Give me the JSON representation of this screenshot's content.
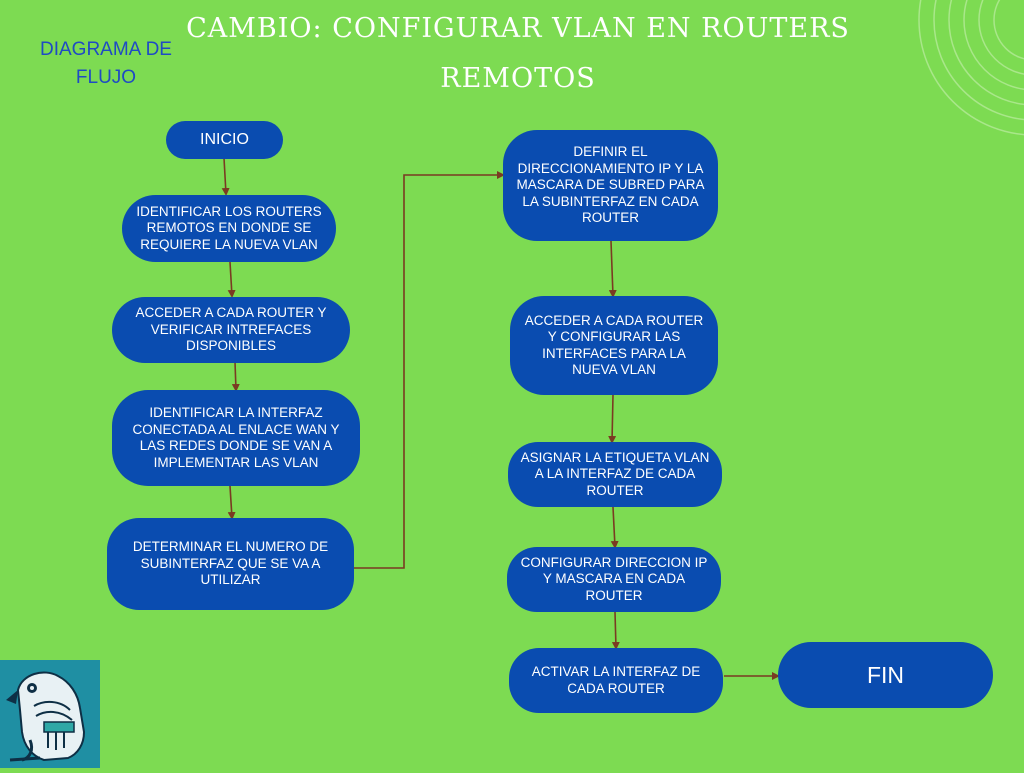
{
  "title": "CAMBIO: CONFIGURAR VLAN EN  ROUTERS REMOTOS",
  "subtitle": "DIAGRAMA DE FLUJO",
  "colors": {
    "background": "#7ddb52",
    "node_fill": "#0a4cb0",
    "node_text": "#ffffff",
    "arrow": "#7a3b22",
    "subtitle_text": "#1f4bc4"
  },
  "flow": {
    "start": "INICIO",
    "left_steps": [
      "IDENTIFICAR LOS ROUTERS REMOTOS EN DONDE SE REQUIERE LA NUEVA VLAN",
      "ACCEDER A CADA ROUTER Y VERIFICAR INTREFACES DISPONIBLES",
      "IDENTIFICAR LA INTERFAZ CONECTADA AL ENLACE WAN Y LAS REDES DONDE SE VAN A IMPLEMENTAR LAS VLAN",
      "DETERMINAR EL NUMERO DE SUBINTERFAZ QUE SE VA A UTILIZAR"
    ],
    "right_steps": [
      "DEFINIR EL DIRECCIONAMIENTO IP Y LA MASCARA  DE SUBRED PARA LA SUBINTERFAZ  EN CADA ROUTER",
      "ACCEDER A CADA ROUTER Y CONFIGURAR LAS INTERFACES  PARA LA NUEVA VLAN",
      "ASIGNAR LA ETIQUETA VLAN A LA INTERFAZ DE CADA ROUTER",
      "CONFIGURAR DIRECCION IP Y MASCARA EN CADA ROUTER",
      "ACTIVAR LA INTERFAZ DE CADA ROUTER"
    ],
    "end": "FIN"
  },
  "logo_icon": "eagle-emblem-icon",
  "decoration_icon": "concentric-arcs-icon"
}
